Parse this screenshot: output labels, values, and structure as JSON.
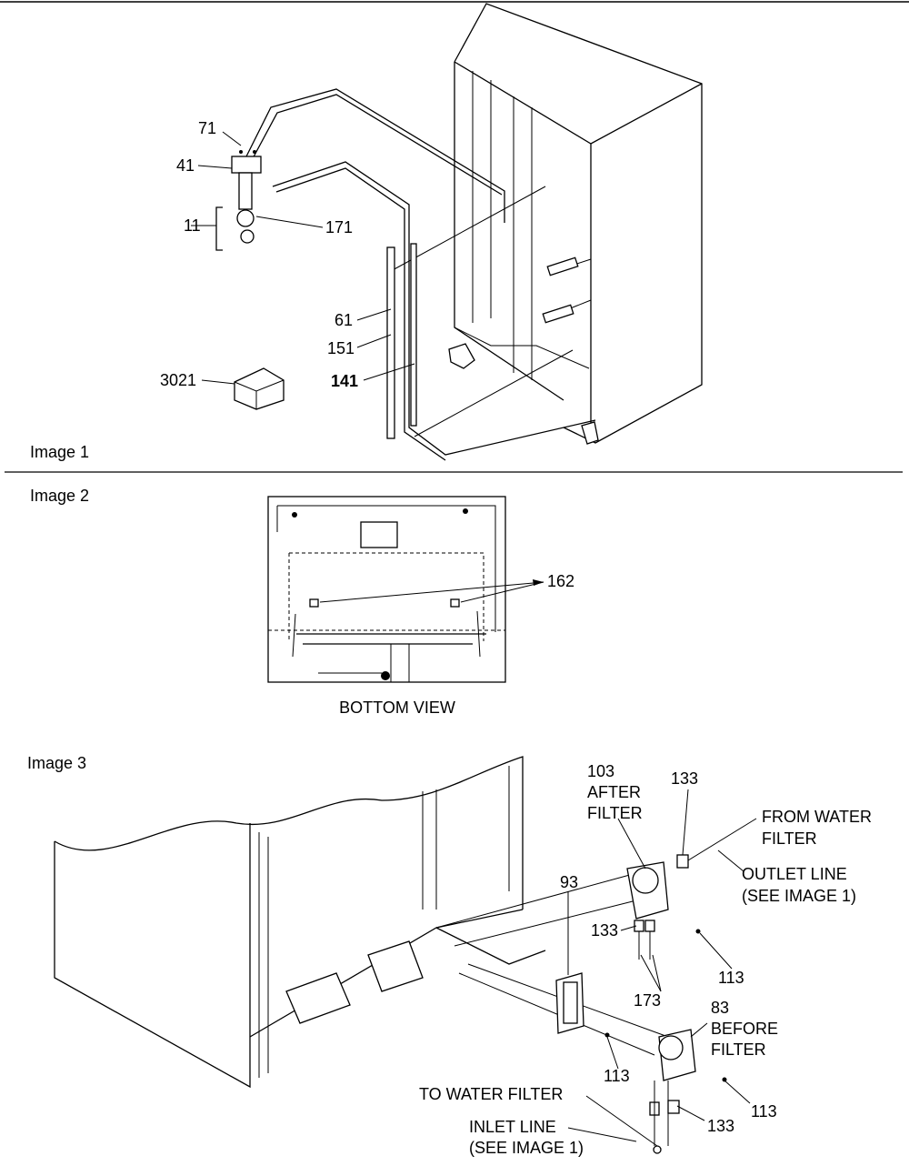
{
  "sections": [
    {
      "title": "Image 1"
    },
    {
      "title": "Image 2",
      "caption": "BOTTOM VIEW"
    },
    {
      "title": "Image 3"
    }
  ],
  "image1_callouts": [
    "71",
    "41",
    "11",
    "171",
    "61",
    "151",
    "141",
    "3021"
  ],
  "image2_callouts": [
    "162"
  ],
  "image3_callouts": {
    "c103": "103",
    "after": "AFTER",
    "filter1": "FILTER",
    "c133a": "133",
    "from_water": "FROM WATER",
    "filter2": "FILTER",
    "outlet_line": "OUTLET LINE",
    "see1": "(SEE IMAGE 1)",
    "c93": "93",
    "c133b": "133",
    "c113a": "113",
    "c173": "173",
    "c83": "83",
    "before": "BEFORE",
    "filter3": "FILTER",
    "c113b": "113",
    "to_water": "TO WATER FILTER",
    "c113c": "113",
    "inlet_line": "INLET LINE",
    "see2": "(SEE IMAGE 1)",
    "c133c": "133"
  }
}
